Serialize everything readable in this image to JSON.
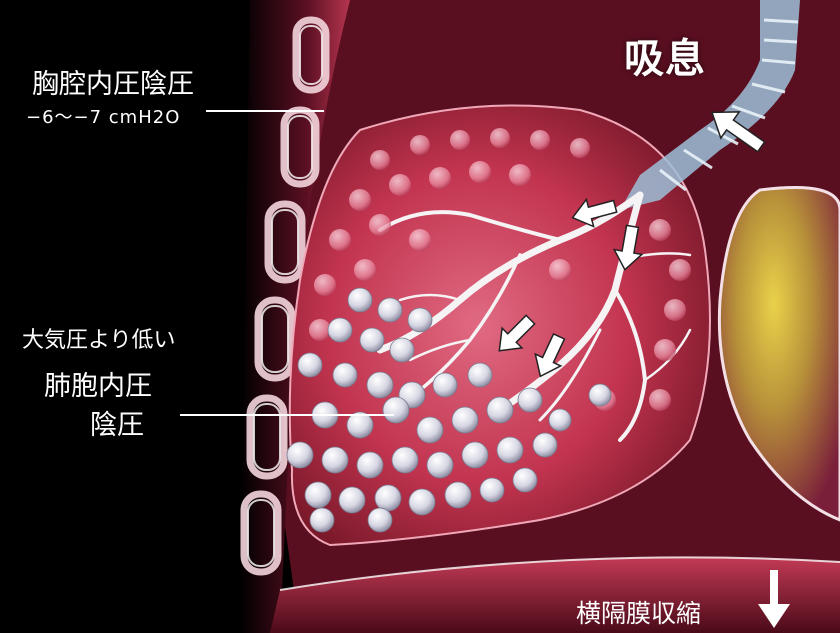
{
  "title": "吸息",
  "pleural_pressure": {
    "label": "胸腔内圧陰圧",
    "value": "−6〜−7 cmH2O"
  },
  "alveolar_pressure": {
    "comparison": "大気圧より低い",
    "label": "肺胞内圧",
    "sign": "陰圧"
  },
  "diaphragm": {
    "label": "横隔膜収縮"
  },
  "colors": {
    "background": "#000000",
    "lung_tissue": "#c2344f",
    "alveoli": "#e8e8f2",
    "airway": "#f2f2f2",
    "arrows": "#ffffff",
    "heart": "#c9a23a"
  },
  "icons": [
    "inhale-arrow-icon",
    "diaphragm-down-arrow-icon"
  ]
}
